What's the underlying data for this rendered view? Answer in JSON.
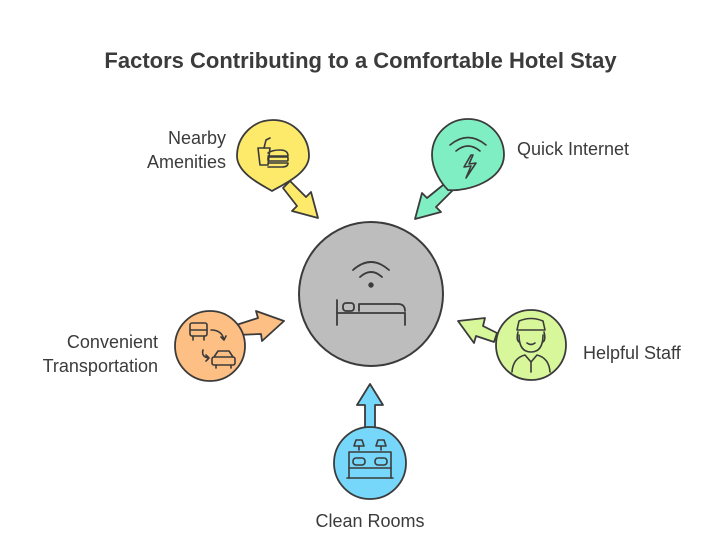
{
  "title": "Factors Contributing to a Comfortable Hotel Stay",
  "center": {
    "icon": "hotel-bed-wifi-icon",
    "color": "#bdbdbd"
  },
  "factors": [
    {
      "label_lines": [
        "Nearby",
        "Amenities"
      ],
      "icon": "amenities-pin-icon",
      "color": "#fde96a"
    },
    {
      "label_lines": [
        "Quick Internet"
      ],
      "icon": "wifi-bolt-icon",
      "color": "#7fefc3"
    },
    {
      "label_lines": [
        "Convenient",
        "Transportation"
      ],
      "icon": "bus-car-icon",
      "color": "#fdbf83"
    },
    {
      "label_lines": [
        "Helpful Staff"
      ],
      "icon": "bellhop-icon",
      "color": "#d7f79a"
    },
    {
      "label_lines": [
        "Clean Rooms"
      ],
      "icon": "clean-room-icon",
      "color": "#76d7fb"
    }
  ]
}
